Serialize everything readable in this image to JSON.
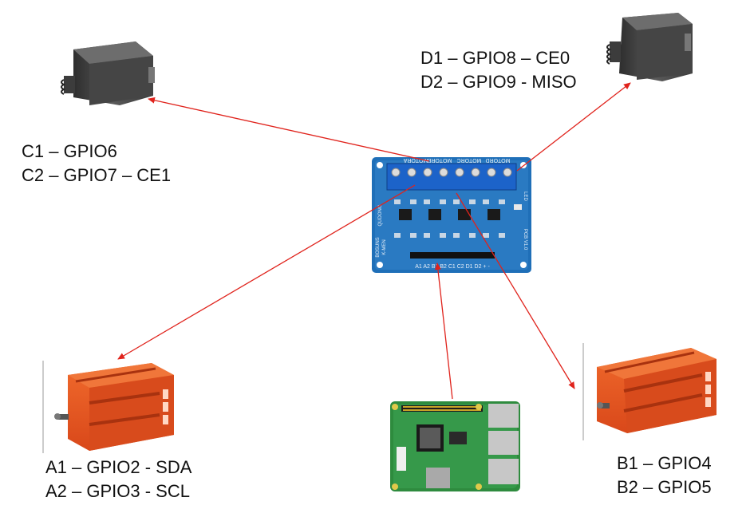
{
  "motors": {
    "a": {
      "line1": "A1 – GPIO2 - SDA",
      "line2": "A2 – GPIO3 - SCL"
    },
    "b": {
      "line1": "B1 – GPIO4",
      "line2": "B2 – GPIO5"
    },
    "c": {
      "line1": "C1 – GPIO6",
      "line2": "C2 – GPIO7 – CE1"
    },
    "d": {
      "line1": "D1 – GPIO8 – CE0",
      "line2": "D2 – GPIO9 - MISO"
    }
  },
  "driver_board": {
    "terminal_labels": [
      "MOTORA",
      "MOTORB",
      "MOTORC",
      "MOTORD"
    ],
    "pin_labels": "A1 A2 B1 B2 C1 C2 D1 D2 + -",
    "left_text_1": "QUDONG",
    "left_text_2": "BOSUNS",
    "left_text_3": "K-MEN",
    "right_text_1": "PCB V1.0",
    "right_text_2": "LED"
  },
  "colors": {
    "arrow": "#e0231c",
    "board": "#1f6fb8",
    "terminal": "#1c63c9",
    "motor_orange": "#e2561e",
    "servo_grey": "#4a4a4a",
    "pi_green": "#2e8b3e"
  }
}
